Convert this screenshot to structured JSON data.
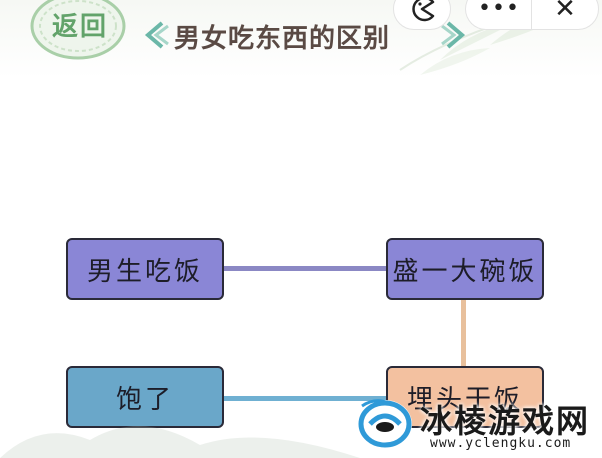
{
  "header": {
    "back_label": "返回",
    "title": "男女吃东西的区别"
  },
  "capsule": {
    "game_icon": "pacman-icon",
    "more_label": "•••",
    "close_label": "✕"
  },
  "cards": {
    "male_eat": "男生吃饭",
    "big_bowl": "盛一大碗饭",
    "full": "饱了",
    "partial": "埋头干饭"
  },
  "colors": {
    "purple_card": "#8a86d6",
    "blue_card": "#6aa7c9",
    "peach_card": "#f3c1a0",
    "purple_line": "#8b88c4",
    "peach_line": "#e8c09c",
    "blue_line": "#6fb0d2",
    "title": "#5a4a44",
    "back": "#62a36a"
  },
  "watermark": {
    "name": "冰棱游戏网",
    "url": "www.yclengku.com"
  }
}
